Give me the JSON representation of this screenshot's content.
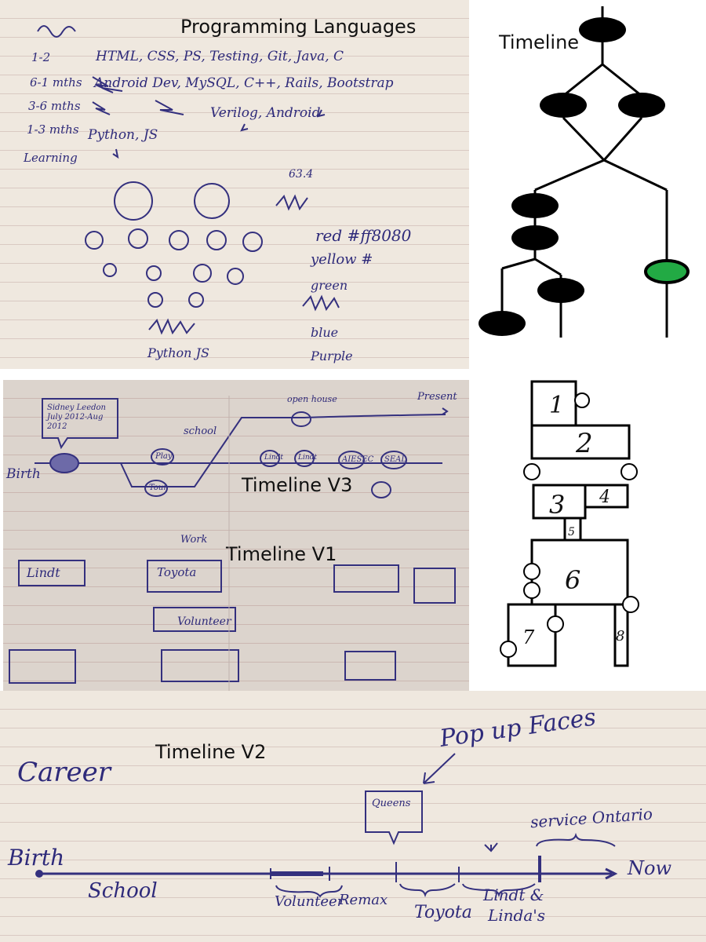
{
  "captions": {
    "programming_languages": "Programming Languages",
    "timeline": "Timeline",
    "timeline_v3": "Timeline V3",
    "timeline_v1": "Timeline V1",
    "timeline_v2": "Timeline V2"
  },
  "languages_sketch": {
    "rows": [
      {
        "period": "1-2",
        "items": "HTML, CSS, PS, Testing, Git, Java, C"
      },
      {
        "period": "6-1 mths",
        "items": "Android Dev, MySQL, C++, Rails, Bootstrap"
      },
      {
        "period": "3-6 mths",
        "items": "Verilog, Android"
      },
      {
        "period": "1-3 mths",
        "items": "Python, JS"
      },
      {
        "period": "Learning",
        "items": ""
      }
    ],
    "number": "63.4",
    "colors": [
      "red #ff8080",
      "yellow #",
      "green",
      "blue",
      "Purple"
    ],
    "bottom_labels": "Python  JS"
  },
  "timeline_diagram": {
    "highlight_color": "#22aa44",
    "node_color": "#000000"
  },
  "block_diagram": {
    "blocks": [
      "1",
      "2",
      "3",
      "4",
      "5",
      "6",
      "7",
      "8"
    ]
  },
  "timeline_v3_sketch": {
    "bubble": "Sidney Leedon July 2012-Aug 2012",
    "birth": "Birth",
    "present": "Present",
    "open_house": "open house",
    "school": "school",
    "work": "Work",
    "nodes": [
      "Play",
      "Tour",
      "Lindt",
      "Lindt",
      "AIESEC",
      "SEAL"
    ]
  },
  "timeline_v1_sketch": {
    "cards": [
      "Lindt",
      "Toyota",
      "Volunteer"
    ]
  },
  "timeline_v2_sketch": {
    "career": "Career",
    "popup": "Pop up Faces",
    "popup_box": "Queens",
    "birth": "Birth",
    "now": "Now",
    "segments": [
      "School",
      "Volunteer",
      "Remax",
      "Toyota",
      "Lindt &",
      "Linda's"
    ],
    "service": "service Ontario"
  }
}
